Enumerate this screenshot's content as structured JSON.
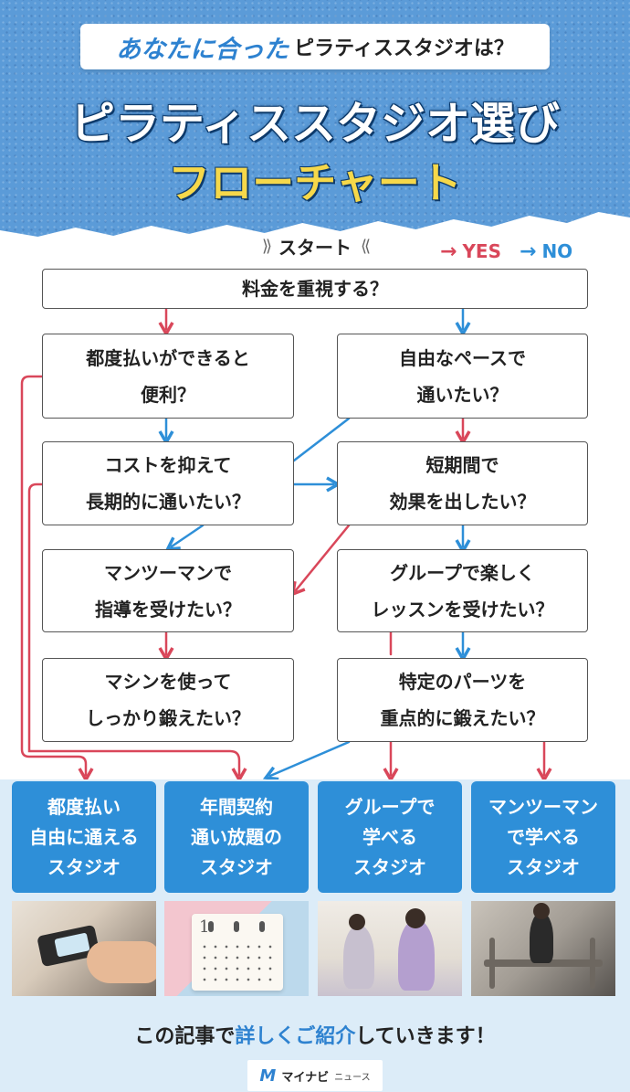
{
  "header": {
    "subtitle_highlight": "あなたに合った",
    "subtitle_rest": "ピラティススタジオは？",
    "title": "ピラティススタジオ選び",
    "title_sub": "フローチャート"
  },
  "start_label": "スタート",
  "legend": {
    "yes_arrow": "→",
    "yes_label": "YES",
    "no_arrow": "→",
    "no_label": "NO"
  },
  "questions": {
    "q1": {
      "line1": "料金を重視する？"
    },
    "q2": {
      "line1": "都度払いができると",
      "line2": "便利？"
    },
    "q3": {
      "line1": "自由なペースで",
      "line2": "通いたい？"
    },
    "q4": {
      "line1": "コストを抑えて",
      "line2": "長期的に通いたい？"
    },
    "q5": {
      "line1": "短期間で",
      "line2": "効果を出したい？"
    },
    "q6": {
      "line1": "マンツーマンで",
      "line2": "指導を受けたい？"
    },
    "q7": {
      "line1": "グループで楽しく",
      "line2": "レッスンを受けたい？"
    },
    "q8": {
      "line1": "マシンを使って",
      "line2": "しっかり鍛えたい？"
    },
    "q9": {
      "line1": "特定のパーツを",
      "line2": "重点的に鍛えたい？"
    }
  },
  "results": [
    {
      "line1": "都度払い",
      "line2": "自由に通える",
      "line3": "スタジオ"
    },
    {
      "line1": "年間契約",
      "line2": "通い放題の",
      "line3": "スタジオ"
    },
    {
      "line1": "グループで",
      "line2": "学べる",
      "line3": "スタジオ"
    },
    {
      "line1": "マンツーマン",
      "line2": "で学べる",
      "line3": "スタジオ"
    }
  ],
  "calendar_number": "1",
  "footer": {
    "part1": "この記事で",
    "highlight": "詳しくご紹介",
    "part2": "していきます！"
  },
  "logo": {
    "mark": "M",
    "name": "マイナビ",
    "sub": "ニュース"
  },
  "colors": {
    "yes": "#d9475a",
    "no": "#2e8fd8",
    "header_bg": "#5b9bd8",
    "title_yellow": "#f6d84a"
  }
}
